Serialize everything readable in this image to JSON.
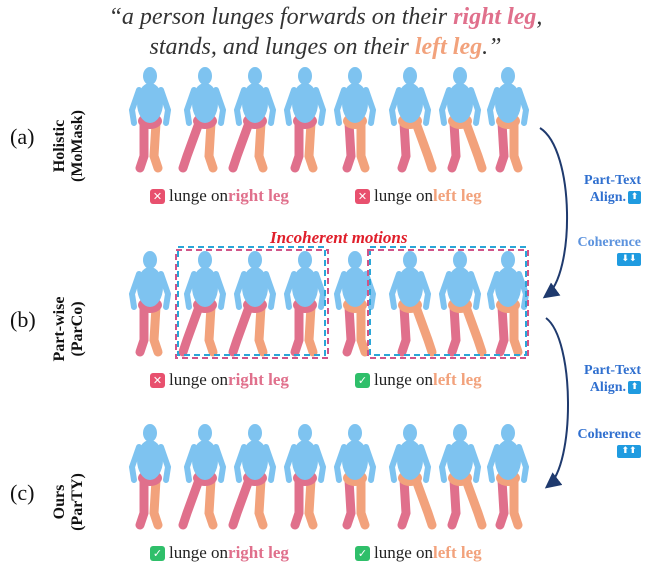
{
  "caption": {
    "line1_prefix": "“a person lunges forwards on their ",
    "line1_right": "right leg",
    "line1_suffix": ",",
    "line2_prefix": "stands, and lunges on their ",
    "line2_left": "left leg",
    "line2_suffix": ".”"
  },
  "rows": [
    {
      "letter": "(a)",
      "label_line1": "Holistic",
      "label_line2": "(MoMask)",
      "status": [
        {
          "mark": "✕",
          "ok": false,
          "prefix": "lunge on ",
          "leg": "right leg"
        },
        {
          "mark": "✕",
          "ok": false,
          "prefix": "lunge on ",
          "leg": "left leg"
        }
      ]
    },
    {
      "letter": "(b)",
      "label_line1": "Part-wise",
      "label_line2": "(ParCo)",
      "status": [
        {
          "mark": "✕",
          "ok": false,
          "prefix": "lunge on ",
          "leg": "right leg"
        },
        {
          "mark": "✓",
          "ok": true,
          "prefix": "lunge on ",
          "leg": "left leg"
        }
      ]
    },
    {
      "letter": "(c)",
      "label_line1": "Ours",
      "label_line2": "(ParTY)",
      "status": [
        {
          "mark": "✓",
          "ok": true,
          "prefix": "lunge on ",
          "leg": "right leg"
        },
        {
          "mark": "✓",
          "ok": true,
          "prefix": "lunge on ",
          "leg": "left leg"
        }
      ]
    }
  ],
  "incoherent_label": "Incoherent motions",
  "side_annotations": {
    "top": {
      "align_line1": "Part-Text",
      "align_line2": "Align.",
      "align_arrows": "⬆",
      "coherence": "Coherence",
      "coherence_arrows": "⬇⬇"
    },
    "bottom": {
      "align_line1": "Part-Text",
      "align_line2": "Align.",
      "align_arrows": "⬆",
      "coherence": "Coherence",
      "coherence_arrows": "⬆⬆"
    }
  },
  "colors": {
    "body": "#7ec3f0",
    "right_leg": "#e0708c",
    "left_leg": "#f2a27c",
    "cyan_box": "#2aa6d8",
    "pink_box": "#d0558a",
    "incoherent": "#e01e2a",
    "arrow": "#1f3a6e"
  }
}
